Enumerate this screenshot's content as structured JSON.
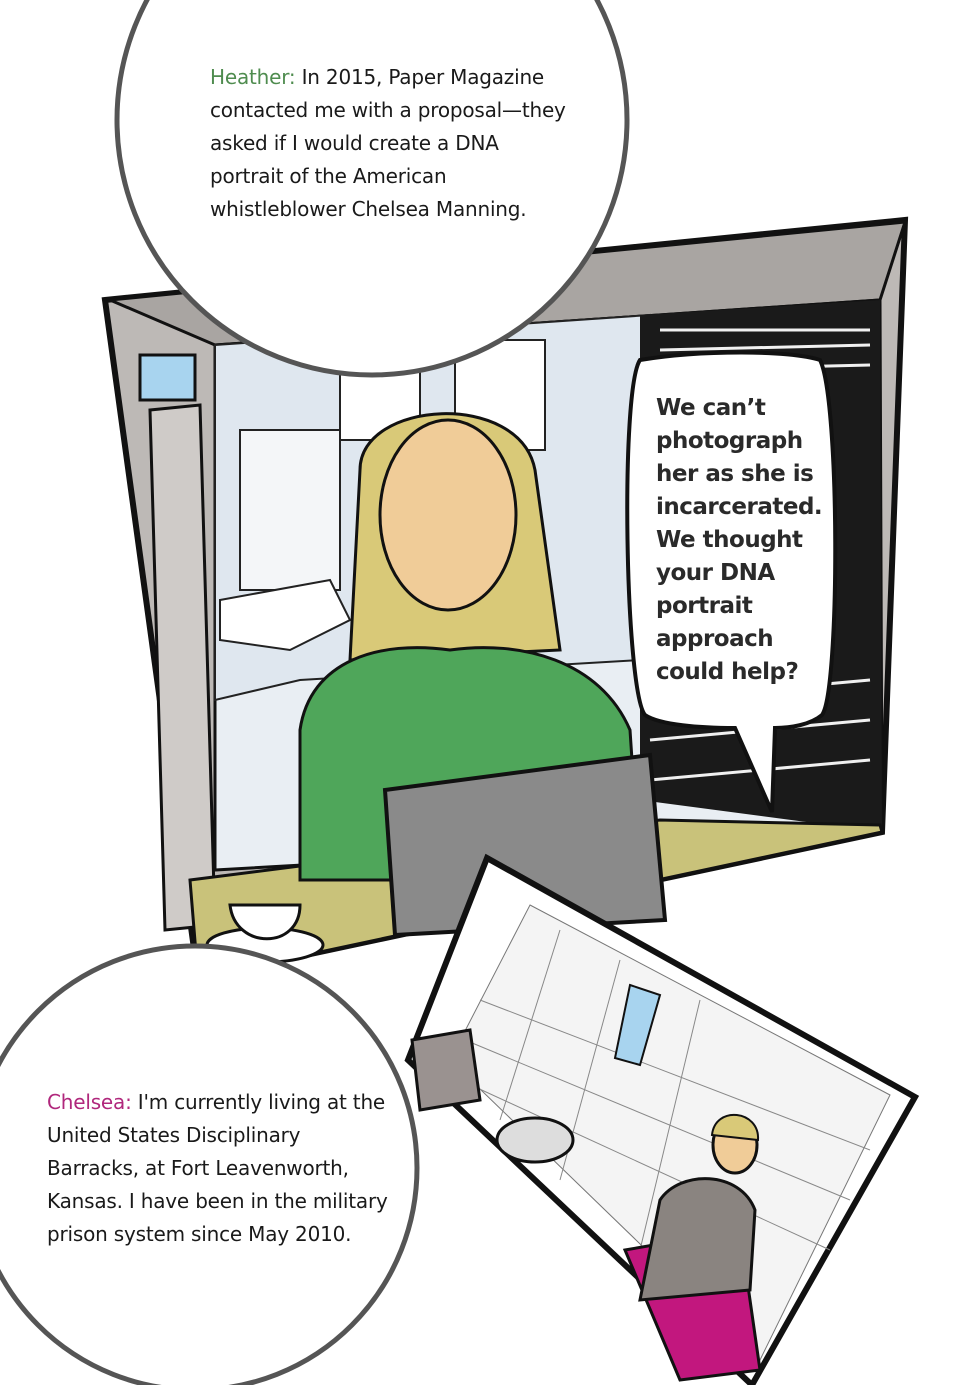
{
  "top_caption": {
    "speaker": "Heather:",
    "lines": [
      " In 2015, Paper Magazine",
      "contacted me with a proposal—they",
      "asked if I would create a DNA",
      "portrait of the American",
      "whistleblower Chelsea Manning."
    ]
  },
  "speech_bubble": {
    "lines": [
      "We can’t",
      "photograph",
      "her as she is",
      "incarcerated.",
      "We thought",
      "your DNA",
      "portrait",
      "approach",
      "could help?"
    ]
  },
  "bottom_caption": {
    "speaker": "Chelsea:",
    "lines": [
      " I'm currently living at the",
      "United States Disciplinary",
      "Barracks, at Fort Leavenworth,",
      "Kansas. I have been in the military",
      "prison system since May 2010."
    ]
  },
  "colors": {
    "heather": "#4f8c4f",
    "chelsea": "#b0277c",
    "sweater": "#4fa65a",
    "hair": "#d9c978",
    "skin": "#f0cc98",
    "table": "#c9c27a",
    "laptop": "#8a8a8a",
    "bed": "#c2177e"
  }
}
